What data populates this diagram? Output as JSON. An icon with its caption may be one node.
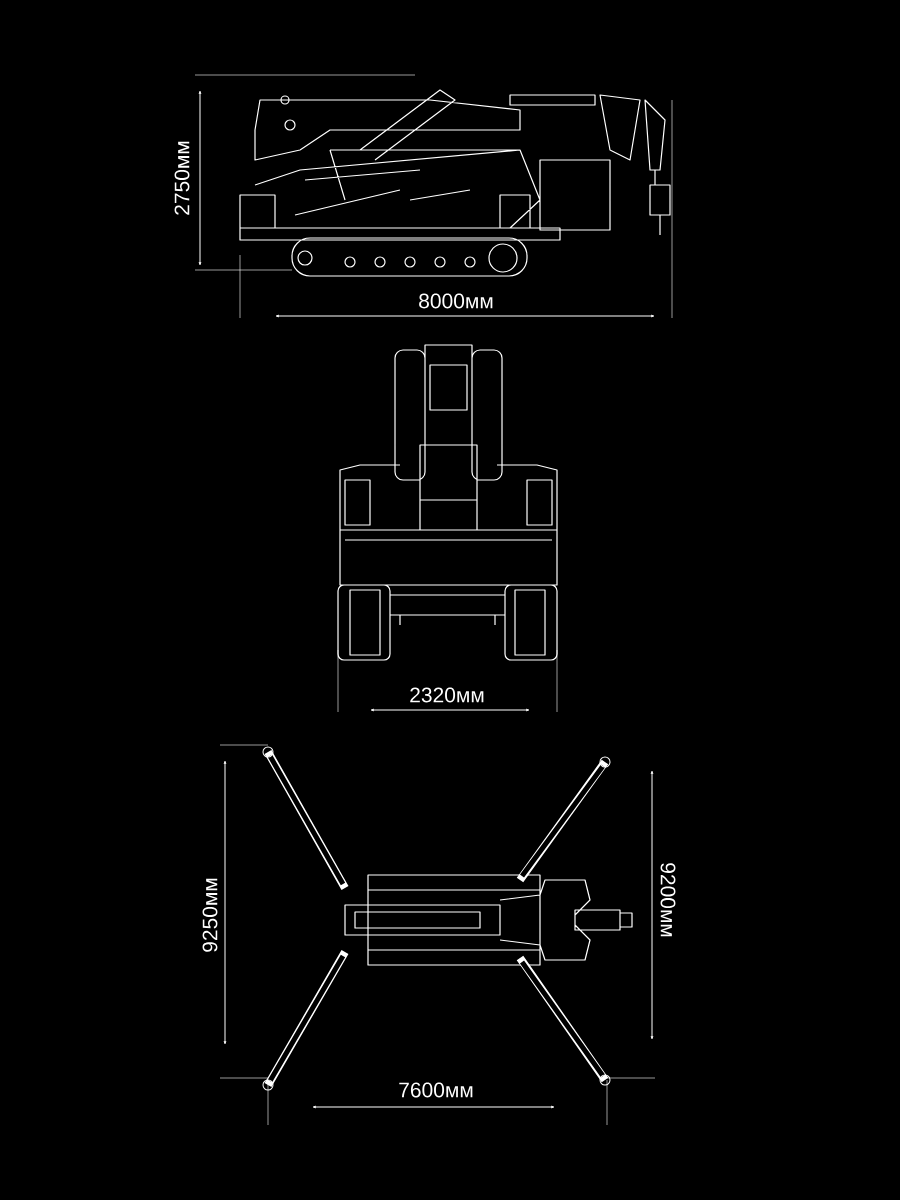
{
  "diagram": {
    "labels": [
      "2750мм",
      "8000мм",
      "2320мм",
      "9250мм",
      "9200мм",
      "7600мм"
    ]
  }
}
